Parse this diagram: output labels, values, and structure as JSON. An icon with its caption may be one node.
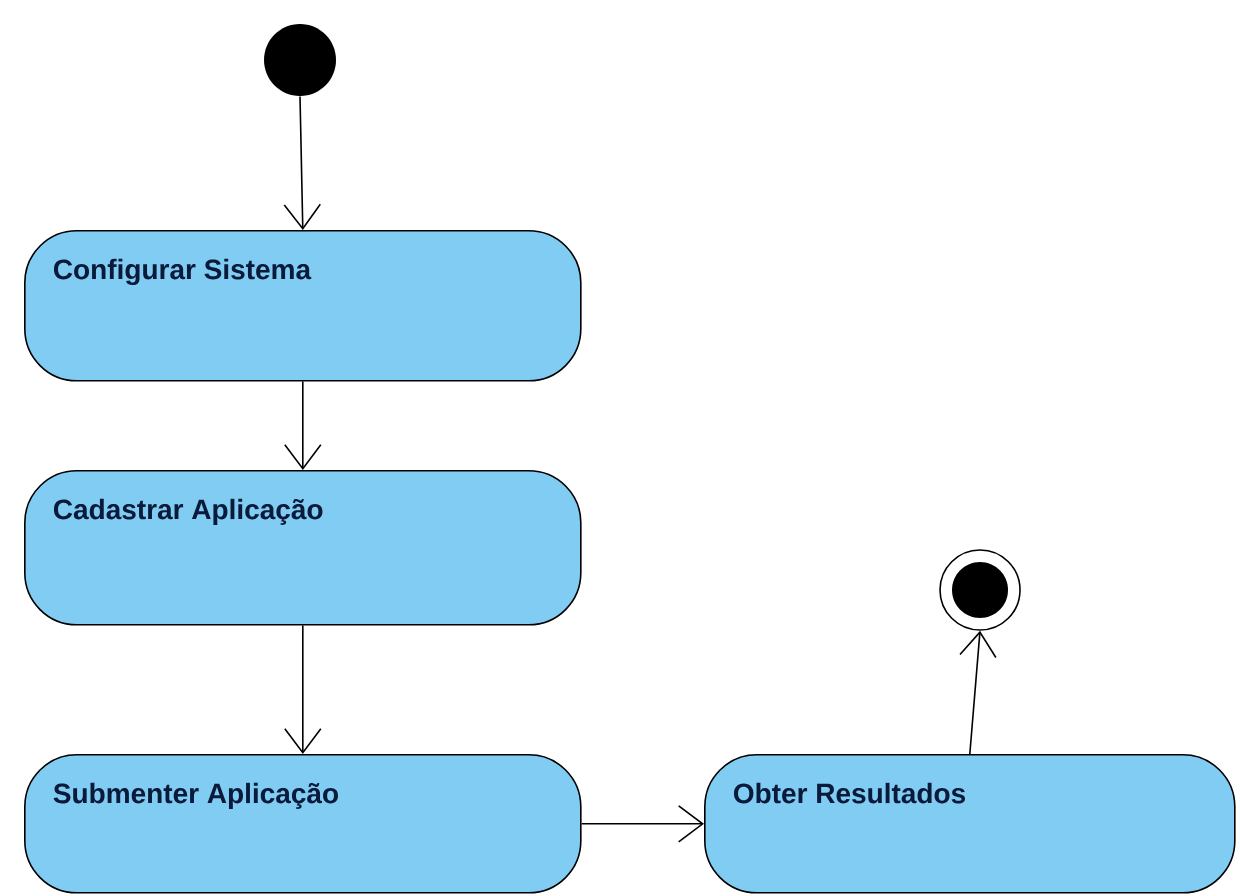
{
  "diagram": {
    "nodes": [
      {
        "text": [],
        "shape": "circle"
      },
      {
        "text": [
          "Configurar Sistema"
        ]
      },
      {
        "text": [
          "Cadastrar Aplicação"
        ]
      },
      {
        "text": [
          "Submenter Aplicação"
        ]
      },
      {
        "text": [
          "Obter Resultados"
        ]
      },
      {
        "text": [],
        "shape": "circle"
      }
    ],
    "edges": [
      {
        "from": 0,
        "to": 1,
        "arrow": "to"
      },
      {
        "from": 1,
        "to": 2,
        "arrow": "to"
      },
      {
        "from": 2,
        "to": 3,
        "arrow": "to"
      },
      {
        "from": 3,
        "to": 4,
        "arrow": "to"
      },
      {
        "from": 4,
        "to": 5,
        "arrow": "to"
      }
    ]
  }
}
